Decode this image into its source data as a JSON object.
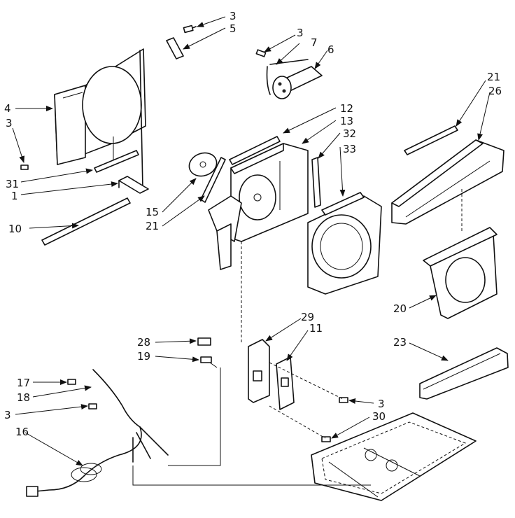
{
  "callouts": [
    {
      "id": "c3a",
      "text": "3"
    },
    {
      "id": "c5",
      "text": "5"
    },
    {
      "id": "c3b",
      "text": "3"
    },
    {
      "id": "c7",
      "text": "7"
    },
    {
      "id": "c6",
      "text": "6"
    },
    {
      "id": "c4",
      "text": "4"
    },
    {
      "id": "c3c",
      "text": "3"
    },
    {
      "id": "c31",
      "text": "31"
    },
    {
      "id": "c1",
      "text": "1"
    },
    {
      "id": "c10",
      "text": "10"
    },
    {
      "id": "c12",
      "text": "12"
    },
    {
      "id": "c13",
      "text": "13"
    },
    {
      "id": "c32",
      "text": "32"
    },
    {
      "id": "c33",
      "text": "33"
    },
    {
      "id": "c21a",
      "text": "21"
    },
    {
      "id": "c26",
      "text": "26"
    },
    {
      "id": "c15",
      "text": "15"
    },
    {
      "id": "c21b",
      "text": "21"
    },
    {
      "id": "c20",
      "text": "20"
    },
    {
      "id": "c23",
      "text": "23"
    },
    {
      "id": "c29",
      "text": "29"
    },
    {
      "id": "c11",
      "text": "11"
    },
    {
      "id": "c28",
      "text": "28"
    },
    {
      "id": "c19",
      "text": "19"
    },
    {
      "id": "c17",
      "text": "17"
    },
    {
      "id": "c18",
      "text": "18"
    },
    {
      "id": "c3d",
      "text": "3"
    },
    {
      "id": "c16",
      "text": "16"
    },
    {
      "id": "c3e",
      "text": "3"
    },
    {
      "id": "c30",
      "text": "30"
    }
  ]
}
